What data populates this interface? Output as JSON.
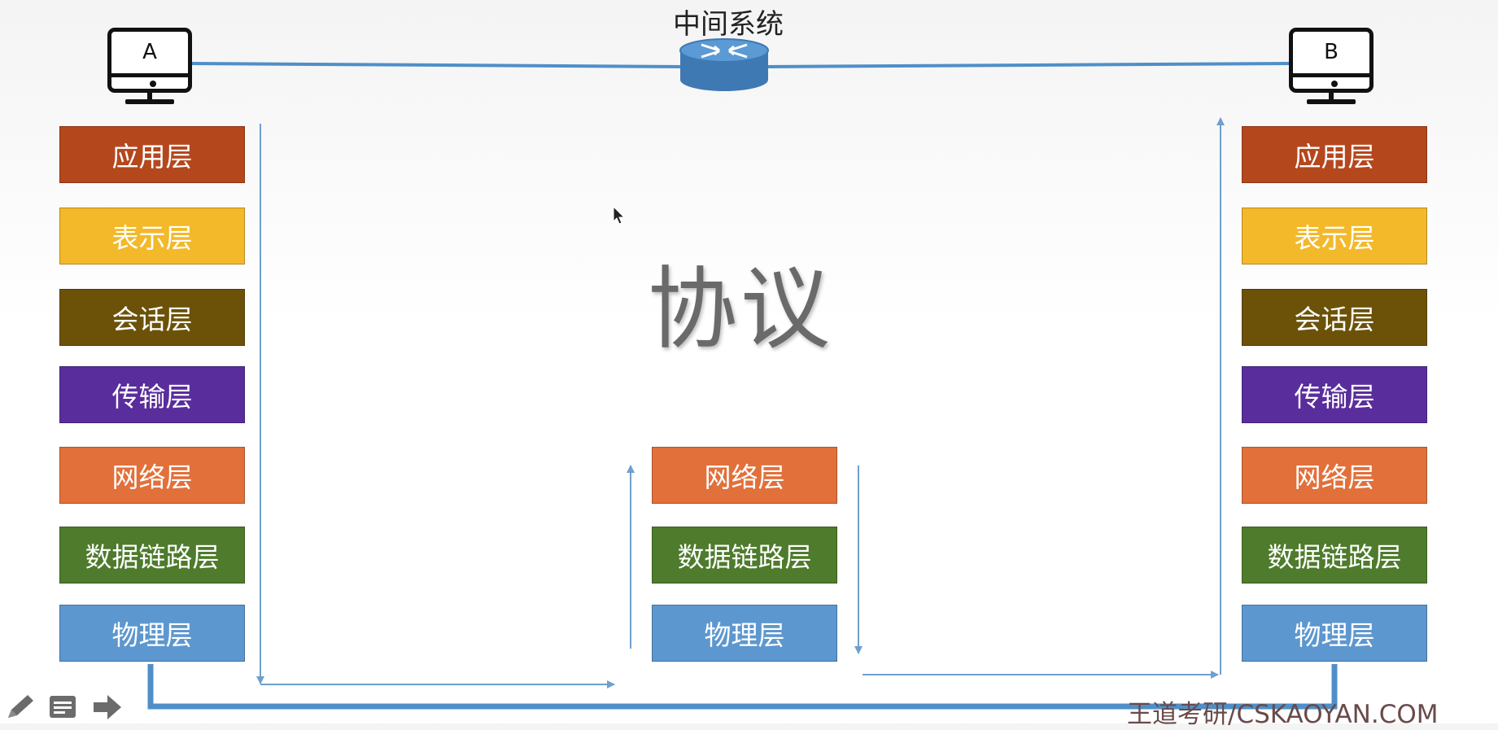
{
  "router": {
    "label": "中间系统"
  },
  "hosts": {
    "a": {
      "letter": "A"
    },
    "b": {
      "letter": "B"
    }
  },
  "protocol_label": "协议",
  "colors": {
    "application": "#b5471d",
    "presentation": "#f3b92a",
    "session": "#6b5208",
    "transport": "#5a2d9c",
    "network": "#e2703a",
    "datalink": "#4e7b2c",
    "physical": "#5d97cf",
    "link": "#4f8fc8",
    "router": "#4c8dc7"
  },
  "stack_a": [
    {
      "label": "应用层"
    },
    {
      "label": "表示层"
    },
    {
      "label": "会话层"
    },
    {
      "label": "传输层"
    },
    {
      "label": "网络层"
    },
    {
      "label": "数据链路层"
    },
    {
      "label": "物理层"
    }
  ],
  "stack_mid": [
    {
      "label": "网络层"
    },
    {
      "label": "数据链路层"
    },
    {
      "label": "物理层"
    }
  ],
  "stack_b": [
    {
      "label": "应用层"
    },
    {
      "label": "表示层"
    },
    {
      "label": "会话层"
    },
    {
      "label": "传输层"
    },
    {
      "label": "网络层"
    },
    {
      "label": "数据链路层"
    },
    {
      "label": "物理层"
    }
  ],
  "watermark": "王道考研/CSKAOYAN.COM",
  "toolbar": {
    "pen_icon": "pencil-icon",
    "notes_icon": "notes-icon",
    "next_icon": "arrow-right-icon"
  }
}
